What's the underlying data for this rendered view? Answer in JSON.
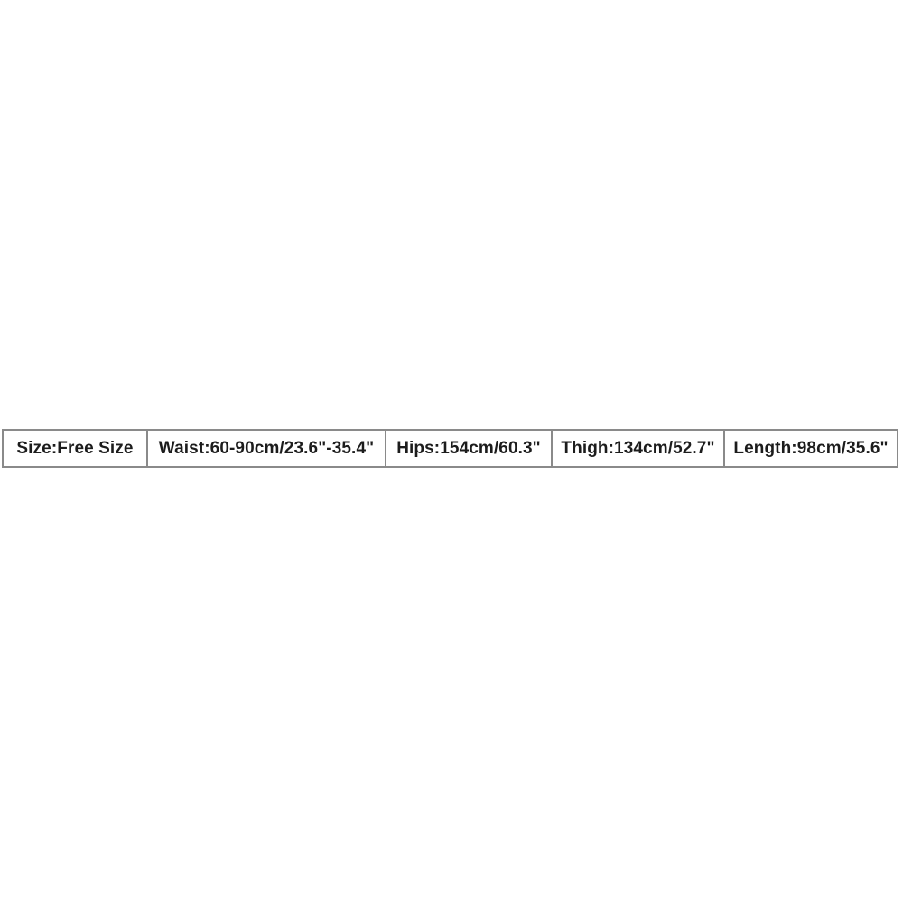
{
  "page": {
    "background_color": "#ffffff"
  },
  "size_chart": {
    "border_color": "#8a8a8a",
    "text_color": "#1c1c1c",
    "cells": [
      {
        "label": "Size:Free Size"
      },
      {
        "label": "Waist:60-90cm/23.6\"-35.4\""
      },
      {
        "label": "Hips:154cm/60.3\""
      },
      {
        "label": "Thigh:134cm/52.7\""
      },
      {
        "label": "Length:98cm/35.6\""
      }
    ]
  },
  "chart_data": {
    "type": "table",
    "columns": [
      "Size",
      "Waist",
      "Hips",
      "Thigh",
      "Length"
    ],
    "rows": [
      [
        "Free Size",
        "60-90cm/23.6\"-35.4\"",
        "154cm/60.3\"",
        "134cm/52.7\"",
        "98cm/35.6\""
      ]
    ],
    "title": "",
    "notes": "Single-row garment size chart centered vertically on a white product image"
  }
}
